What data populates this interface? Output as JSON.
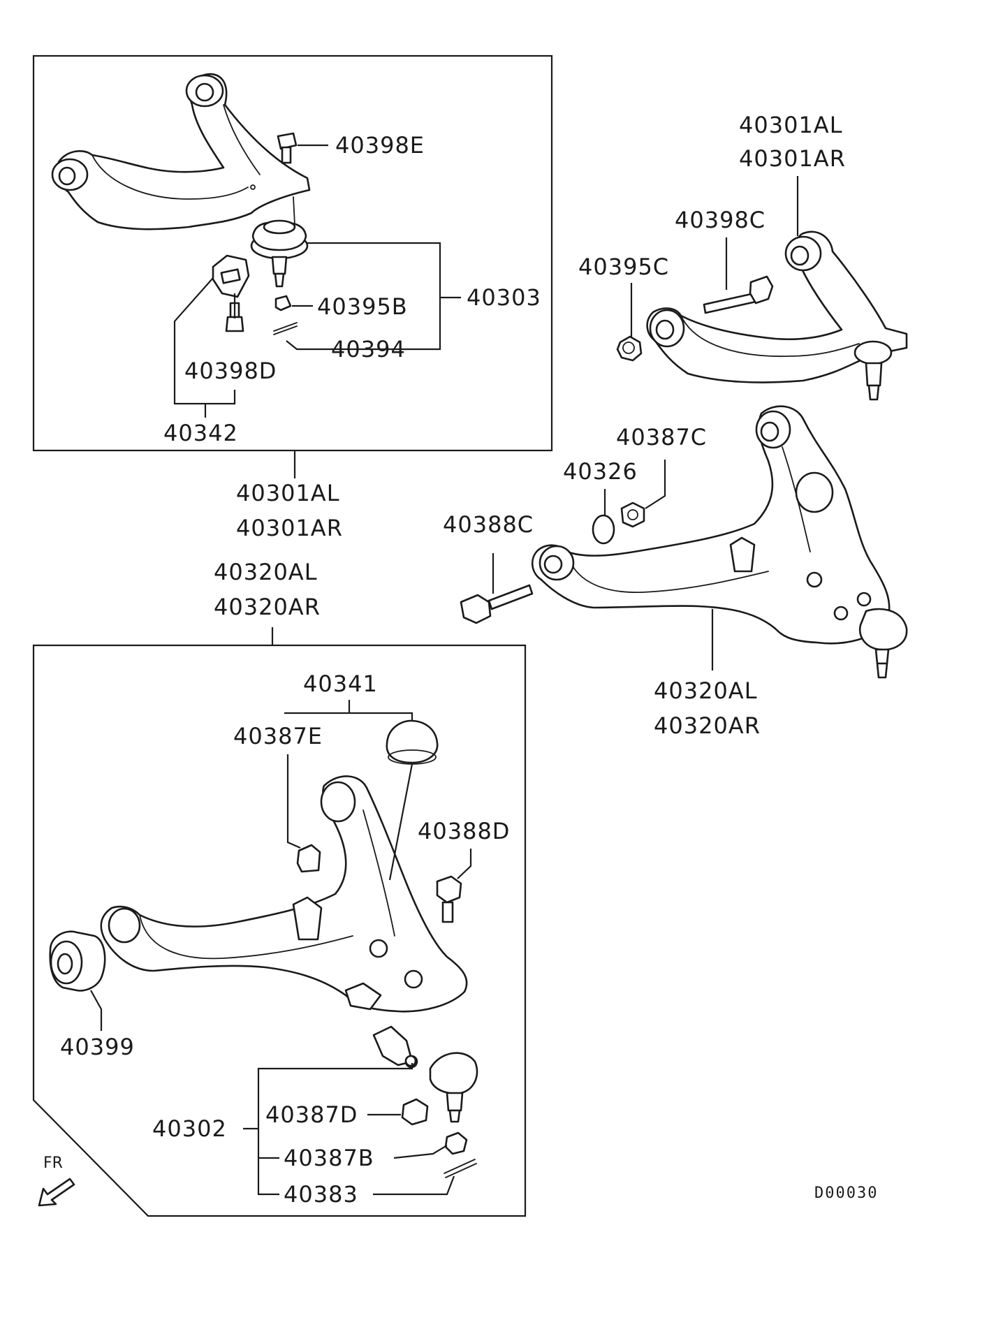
{
  "diagram_code": "D00030",
  "direction_marker": "FR",
  "upper_arm_box": {
    "assembly_left": "40301AL",
    "assembly_right": "40301AR",
    "callouts": [
      "40398E",
      "40303",
      "40395B",
      "40394",
      "40398D",
      "40342"
    ]
  },
  "upper_arm_exploded": {
    "assembly_left": "40301AL",
    "assembly_right": "40301AR",
    "callouts": [
      "40398C",
      "40395C"
    ]
  },
  "lower_arm_exploded": {
    "assembly_left": "40320AL",
    "assembly_right": "40320AR",
    "callouts": [
      "40387C",
      "40326",
      "40388C"
    ]
  },
  "lower_arm_box": {
    "assembly_left": "40320AL",
    "assembly_right": "40320AR",
    "callouts": [
      "40341",
      "40387E",
      "40388D",
      "40399",
      "40302",
      "40387D",
      "40387B",
      "40383"
    ]
  }
}
